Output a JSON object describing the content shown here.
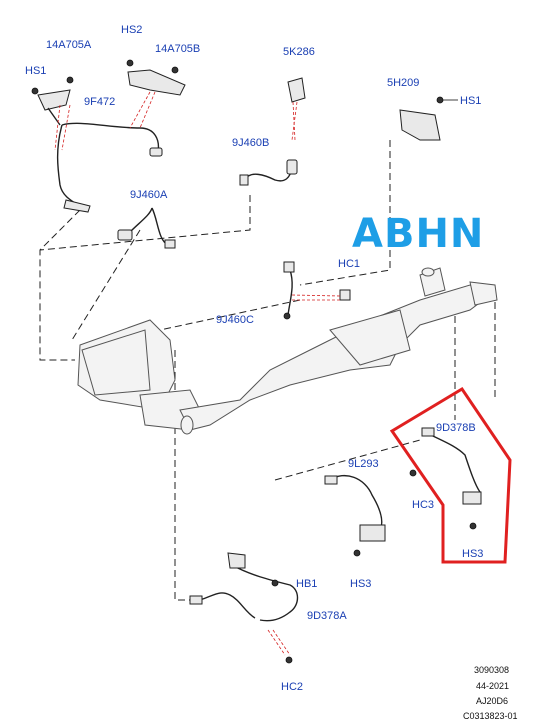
{
  "badge": {
    "text": "ABHN",
    "color": "#1e9ee6"
  },
  "highlight_color": "#e02020",
  "label_color": "#1a3fb3",
  "labels": {
    "hs1_left": "HS1",
    "n14a705a": "14A705A",
    "hs2": "HS2",
    "n14a705b": "14A705B",
    "n9f472": "9F472",
    "n5k286": "5K286",
    "n5h209": "5H209",
    "hs1_right": "HS1",
    "n9j460b": "9J460B",
    "n9j460a": "9J460A",
    "hc1": "HC1",
    "n9j460c": "9J460C",
    "n9d378b": "9D378B",
    "hc3": "HC3",
    "hs3_right": "HS3",
    "n9l293": "9L293",
    "hs3_mid": "HS3",
    "hb1": "HB1",
    "n9d378a": "9D378A",
    "hc2": "HC2"
  },
  "reference": {
    "line1": "3090308",
    "line2": "44-2021",
    "line3": "AJ20D6",
    "line4": "C0313823-01"
  }
}
